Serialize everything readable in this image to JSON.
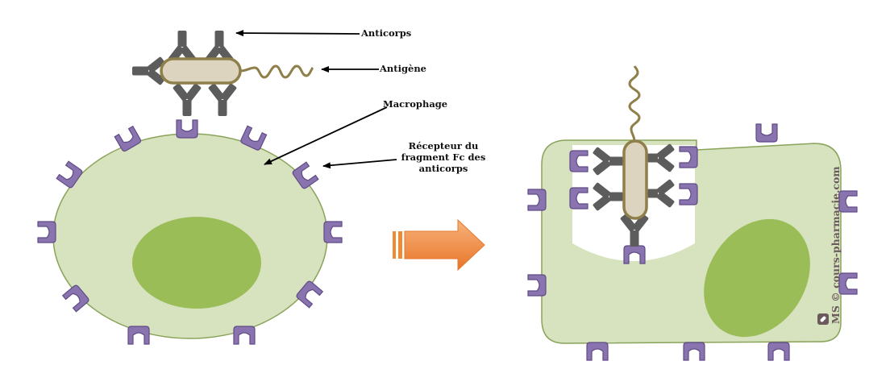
{
  "labels": {
    "antibodies": "Anticorps",
    "antigen": "Antigène",
    "macrophage": "Macrophage",
    "receptor_line1": "Récepteur du",
    "receptor_line2": "fragment Fc des",
    "receptor_line3": "anticorps"
  },
  "watermark": "MS © cours-pharmacie.com",
  "colors": {
    "cell_fill": "#d6e3be",
    "cell_stroke": "#8aa35a",
    "nucleus": "#9bbd57",
    "receptor": "#8a74b0",
    "receptor_dark": "#5f4b86",
    "antibody": "#5c5c5c",
    "antigen_fill": "#ddd4bf",
    "antigen_stroke": "#8f7f4a",
    "arrow": "#f08a35"
  }
}
